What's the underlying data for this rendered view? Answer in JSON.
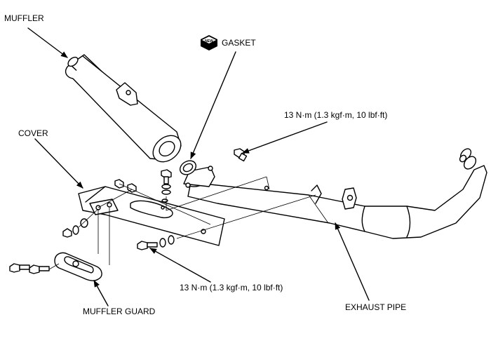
{
  "labels": {
    "muffler": "MUFFLER",
    "gasket": "GASKET",
    "torque_top": "13 N·m (1.3 kgf·m, 10 lbf·ft)",
    "cover": "COVER",
    "torque_bottom": "13 N·m (1.3 kgf·m, 10 lbf·ft)",
    "muffler_guard": "MUFFLER GUARD",
    "exhaust_pipe": "EXHAUST PIPE"
  },
  "icons": {
    "gasket_symbol": "new-part-icon"
  },
  "colors": {
    "line": "#000000",
    "background": "#ffffff"
  }
}
